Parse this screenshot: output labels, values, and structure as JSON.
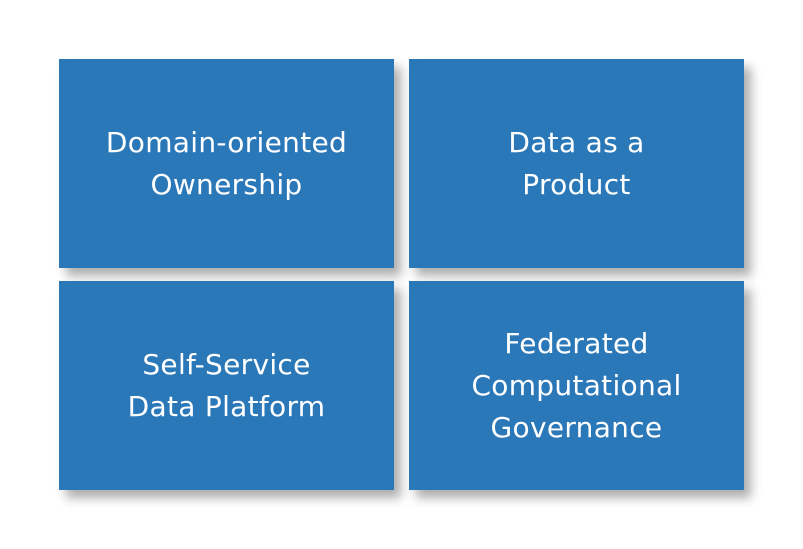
{
  "tiles": [
    {
      "label": "Domain-oriented\nOwnership"
    },
    {
      "label": "Data as a\nProduct"
    },
    {
      "label": "Self-Service\nData Platform"
    },
    {
      "label": "Federated\nComputational\nGovernance"
    }
  ],
  "colors": {
    "tile_background": "#2b78b9",
    "tile_text": "#ffffff",
    "page_background": "#ffffff"
  }
}
